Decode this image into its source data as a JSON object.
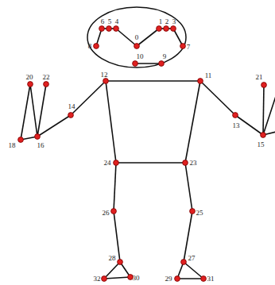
{
  "diagram": {
    "labels": [
      "0",
      "1",
      "2",
      "3",
      "4",
      "5",
      "6",
      "7",
      "8",
      "9",
      "10",
      "11",
      "12",
      "13",
      "14",
      "15",
      "16",
      "18",
      "20",
      "21",
      "22",
      "23",
      "24",
      "25",
      "26",
      "27",
      "28",
      "29",
      "30",
      "31",
      "32"
    ]
  }
}
